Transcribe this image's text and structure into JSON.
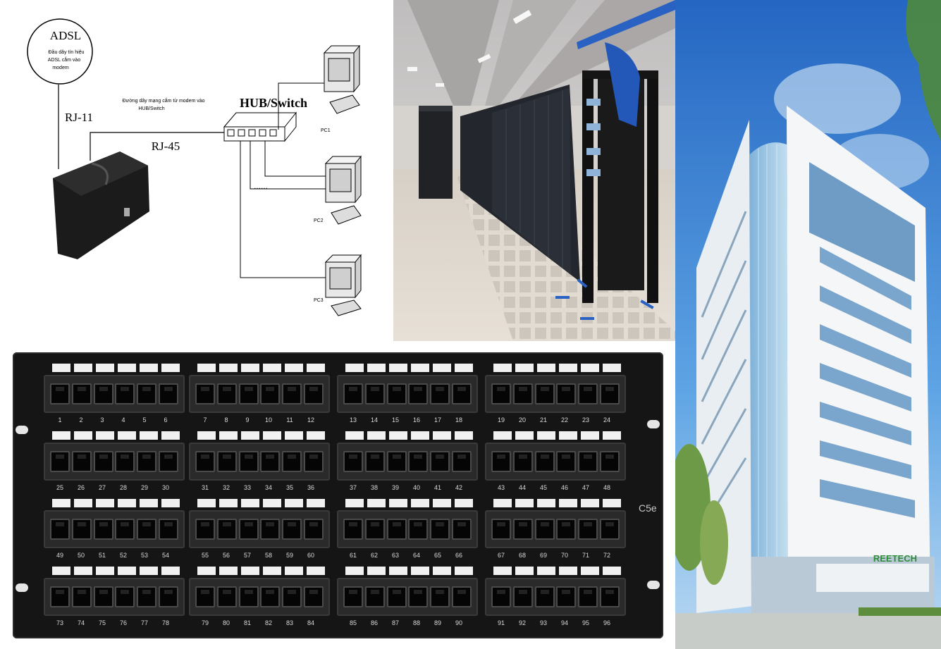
{
  "diagram": {
    "adsl_title": "ADSL",
    "adsl_note_lines": [
      "Đầu dây tín hiệu",
      "ADSL cắm vào",
      "modem"
    ],
    "rj11_label": "RJ-11",
    "rj45_label": "RJ-45",
    "cable_note_lines": [
      "Đường dây mạng cắm từ modem vào",
      "HUB/Switch"
    ],
    "hub_label": "HUB/Switch",
    "dots": "......",
    "pc_labels": [
      "PC1",
      "PC2",
      "PC3"
    ]
  },
  "patch_panel": {
    "model_label": "C5e",
    "port_rows": [
      [
        1,
        2,
        3,
        4,
        5,
        6,
        7,
        8,
        9,
        10,
        11,
        12,
        13,
        14,
        15,
        16,
        17,
        18,
        19,
        20,
        21,
        22,
        23,
        24
      ],
      [
        25,
        26,
        27,
        28,
        29,
        30,
        31,
        32,
        33,
        34,
        35,
        36,
        37,
        38,
        39,
        40,
        41,
        42,
        43,
        44,
        45,
        46,
        47,
        48
      ],
      [
        49,
        50,
        51,
        52,
        53,
        54,
        55,
        56,
        57,
        58,
        59,
        60,
        61,
        62,
        63,
        64,
        65,
        66,
        67,
        68,
        69,
        70,
        71,
        72
      ],
      [
        73,
        74,
        75,
        76,
        77,
        78,
        79,
        80,
        81,
        82,
        83,
        84,
        85,
        86,
        87,
        88,
        89,
        90,
        91,
        92,
        93,
        94,
        95,
        96
      ]
    ]
  },
  "building": {
    "sign_text": "REETECH"
  },
  "colors": {
    "panel_black": "#151515",
    "sky_blue": "#2f7fd0",
    "floor": "#d9d2c8",
    "sign_green": "#2e8b3a"
  }
}
